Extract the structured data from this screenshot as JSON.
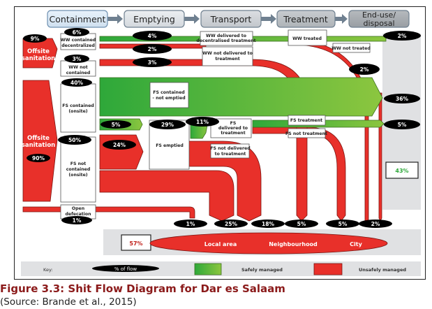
{
  "stages": [
    "Containment",
    "Emptying",
    "Transport",
    "Treatment",
    "End-use/\ndisposal"
  ],
  "sources": {
    "offsite": {
      "label": "Offsite\nsanitation",
      "pct": "9%"
    },
    "onsite": {
      "label": "Offsite\nsanitation",
      "pct": "90%"
    }
  },
  "containment": {
    "ww_decentralized": {
      "label": "WW contained\ndecentralized",
      "pct": "6%"
    },
    "ww_not_contained": {
      "label": "WW not\ncontained",
      "pct": "3%"
    },
    "fs_contained": {
      "label": "FS contained\n(onsite)",
      "pct": "40%"
    },
    "fs_not_contained": {
      "label": "FS not\ncontained\n(onsite)",
      "pct": "50%"
    },
    "open_defecation": {
      "label": "Open\ndefecation",
      "pct": "1%"
    }
  },
  "flows": {
    "ww_safe": "4%",
    "ww_unsafe_a": "2%",
    "ww_unsafe_b": "3%",
    "fs_not_emptied_label": "FS contained\n- not emptied",
    "fs_emptied_safe": "5%",
    "fs_emptied_unsafe": "24%",
    "fs_emptied_label": "FS emptied",
    "fs_emptied_pct": "29%",
    "fs_delivered_pct": "11%"
  },
  "transport": {
    "ww_delivered": "WW delivered to\ndecentralised treatment",
    "ww_not_delivered": "WW not delivered to\ntreatment",
    "fs_delivered": "FS\ndelivered to\ntreatment",
    "fs_not_delivered": "FS not delivered\nto treatment"
  },
  "treatment": {
    "ww_treated": "WW treated",
    "ww_not_treated": "WW not treated",
    "fs_treatment": "FS treatment",
    "fs_not_treatment": "FS not treatment",
    "ww_not_treated_pct": "2%"
  },
  "enduse": {
    "ww_safe_pct": "2%",
    "fs_not_emptied_pct": "36%",
    "fs_treated_pct": "5%",
    "safe_total": "43%"
  },
  "outflows": [
    "1%",
    "25%",
    "18%",
    "5%",
    "5%",
    "2%"
  ],
  "unsafe_total": "57%",
  "impact": [
    "Local area",
    "Neighbourhood",
    "City"
  ],
  "key": {
    "title": "Key:",
    "flow": "% of flow",
    "safe": "Safely managed",
    "unsafe": "Unsafely managed"
  },
  "colors": {
    "safe_dark": "#2ea83a",
    "safe_light": "#8cc63f",
    "unsafe": "#e8302a",
    "stage_box": "#dbe8f4",
    "caption": "#8b1a1a"
  },
  "caption": {
    "title": "Figure 3.3: Shit Flow Diagram for Dar es Salaam",
    "source": "(Source: Brande et al., 2015)"
  }
}
